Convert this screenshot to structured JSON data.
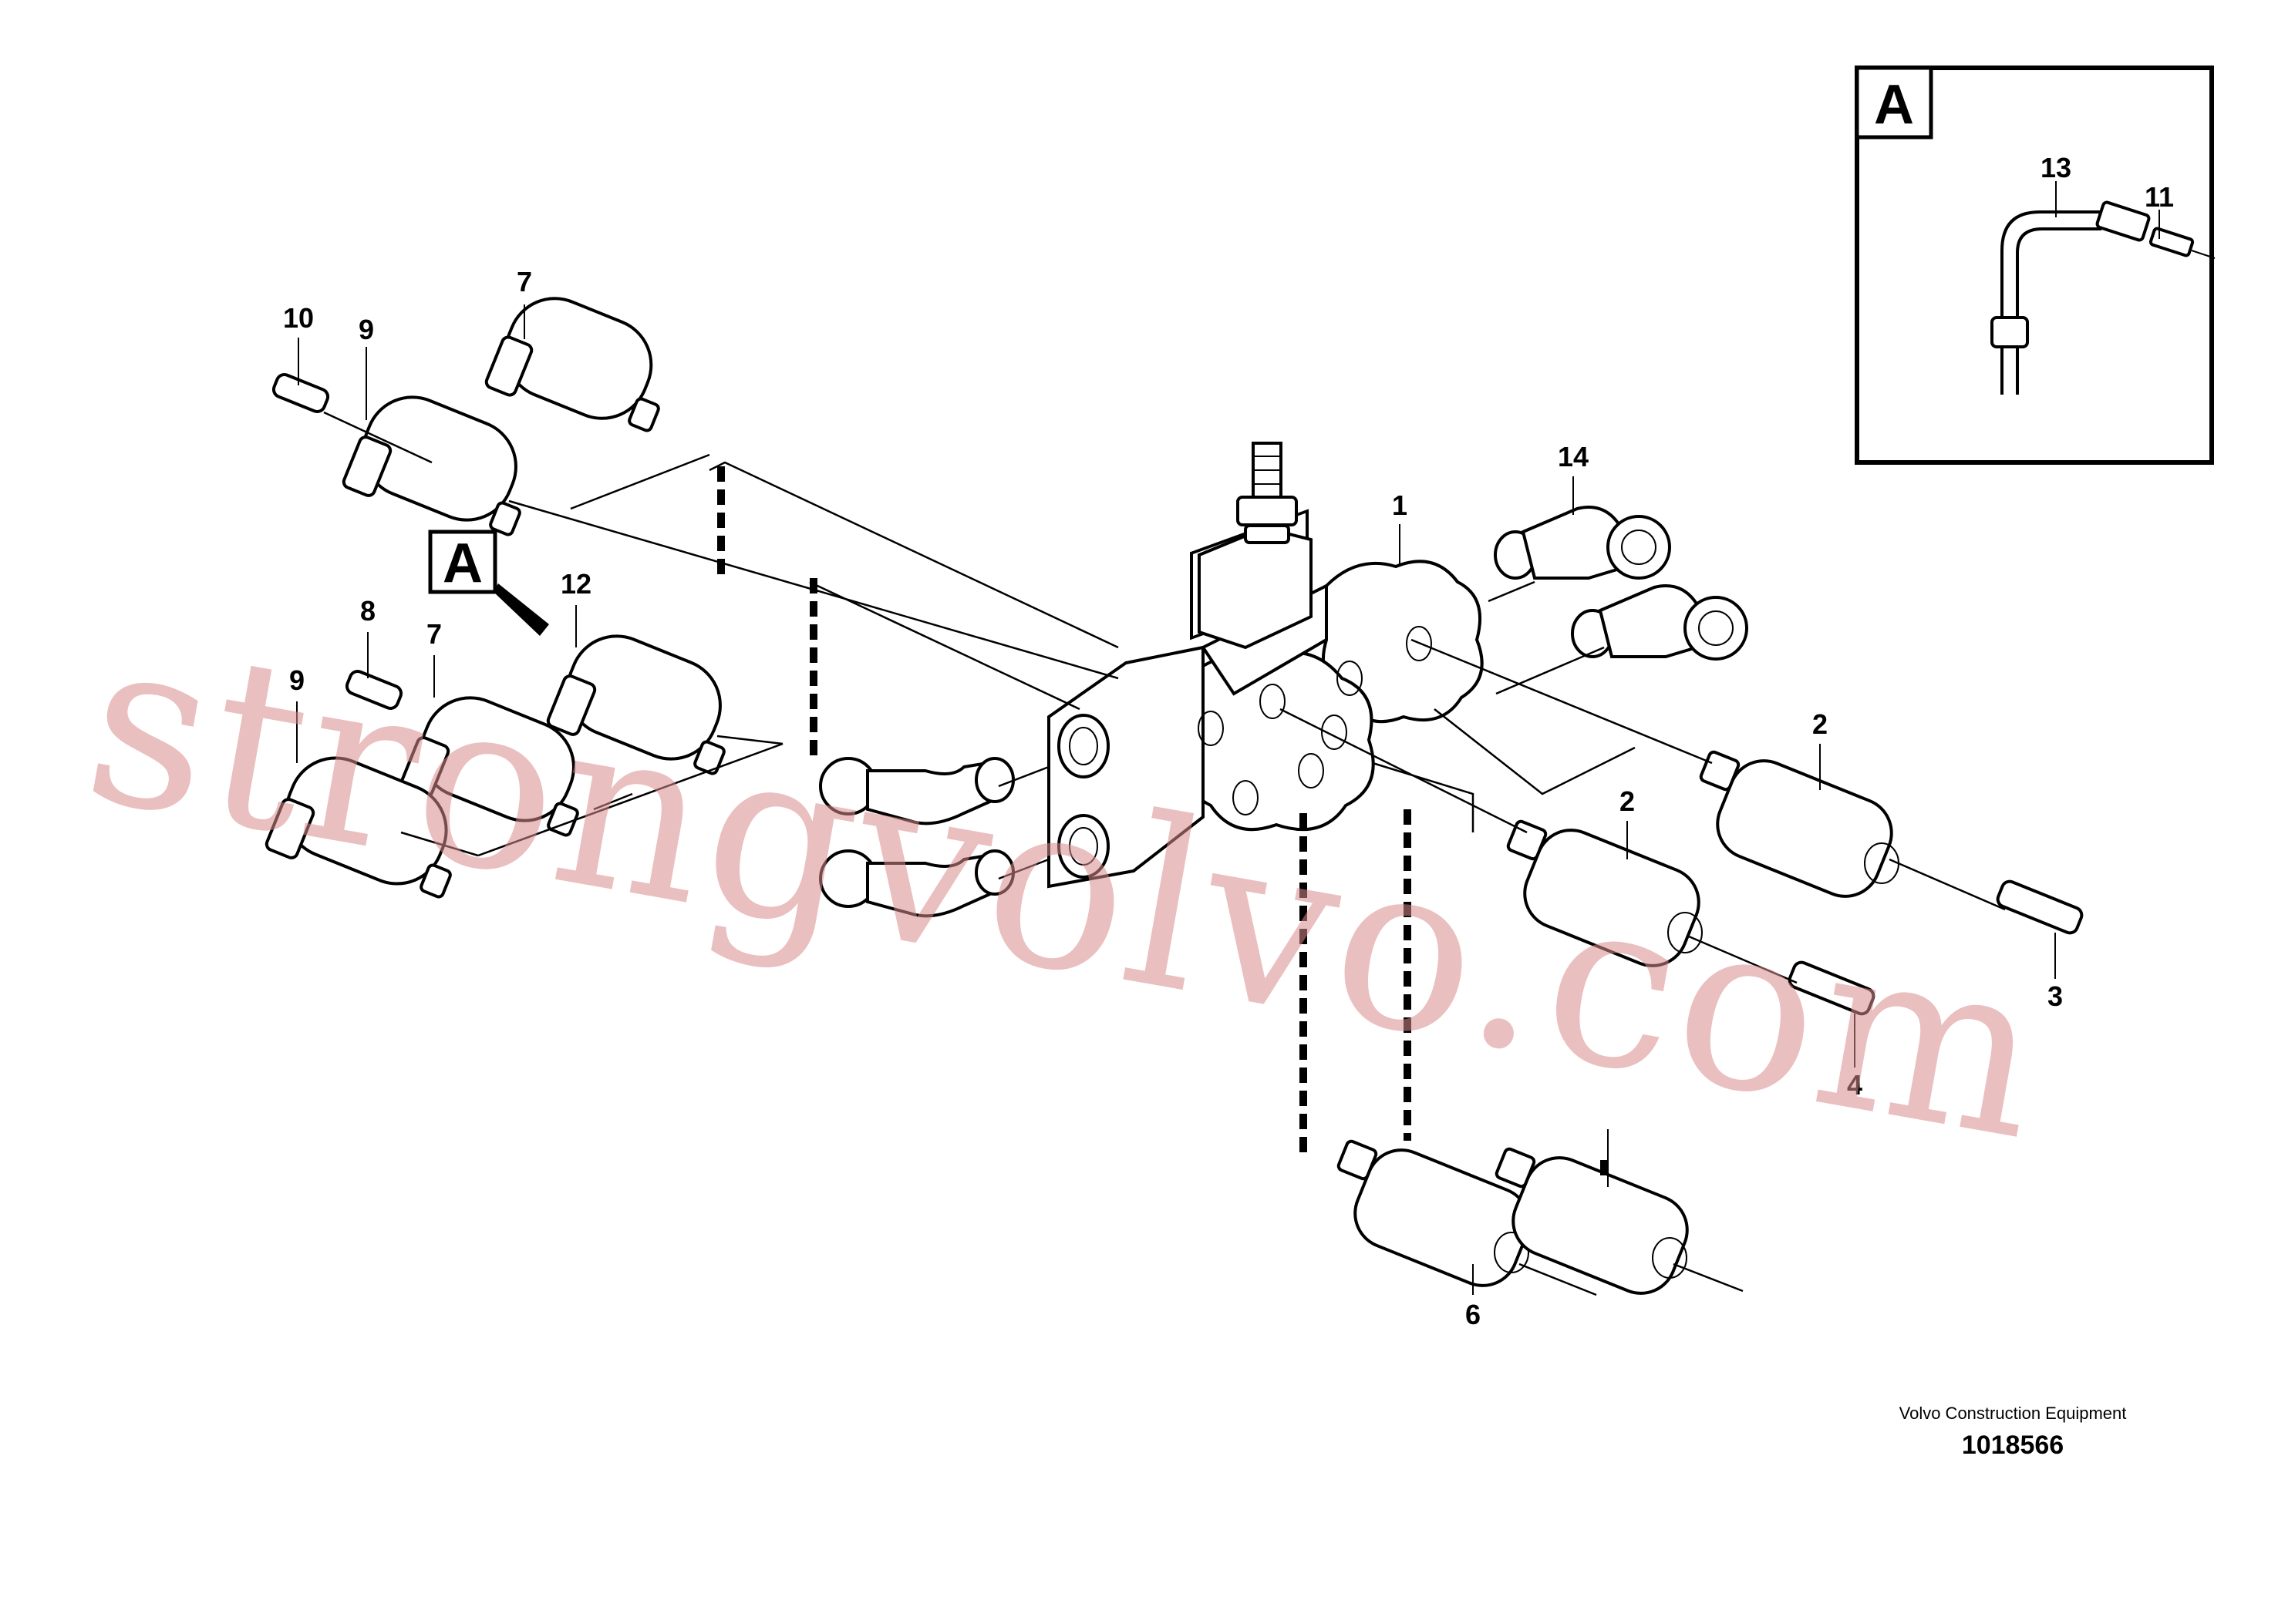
{
  "detail_box": {
    "letter": "A",
    "callouts": [
      "13",
      "11"
    ]
  },
  "main_marker": {
    "letter": "A"
  },
  "callouts": {
    "c1": "1",
    "c2a": "2",
    "c2b": "2",
    "c3": "3",
    "c4": "4",
    "c6": "6",
    "c7a": "7",
    "c7b": "7",
    "c8": "8",
    "c9a": "9",
    "c9b": "9",
    "c10": "10",
    "c12": "12",
    "c14": "14"
  },
  "footer": {
    "brand": "Volvo Construction Equipment",
    "drawing_number": "1018566"
  },
  "watermark": {
    "text": "strongvolvo.com",
    "color": "#d88a8a"
  }
}
